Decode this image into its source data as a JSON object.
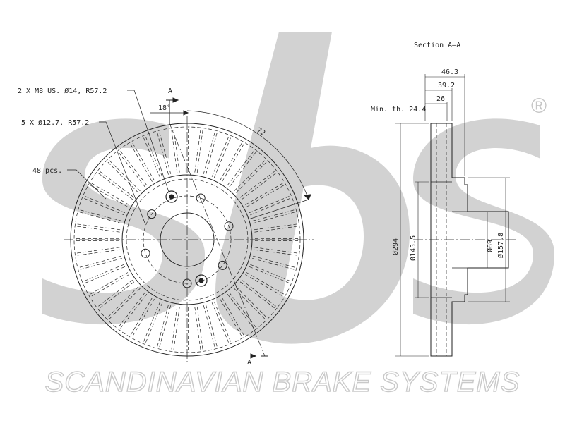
{
  "watermark": {
    "logo_text": "sbs",
    "registered_mark": "®",
    "brand_name": "SCANDINAVIAN BRAKE SYSTEMS",
    "color": "#cfcfcf"
  },
  "front_view": {
    "callout_mounting_holes": "2 X M8 US. Ø14, R57.2",
    "callout_bolt_holes": "5 X Ø12.7, R57.2",
    "callout_vanes": "48 pcs.",
    "angle_label": "18°",
    "radius_label": "72",
    "section_marker": "A"
  },
  "section_view": {
    "title": "Section A–A",
    "min_thickness_label": "Min. th. 24.4",
    "dim_overall_height": "46.3",
    "dim_hat_depth": "39.2",
    "dim_thickness": "26",
    "dim_outer_diameter": "Ø294",
    "dim_inner_diameter": "Ø145.5",
    "dim_center_bore": "Ø69",
    "dim_hat_diameter": "Ø157.8"
  }
}
